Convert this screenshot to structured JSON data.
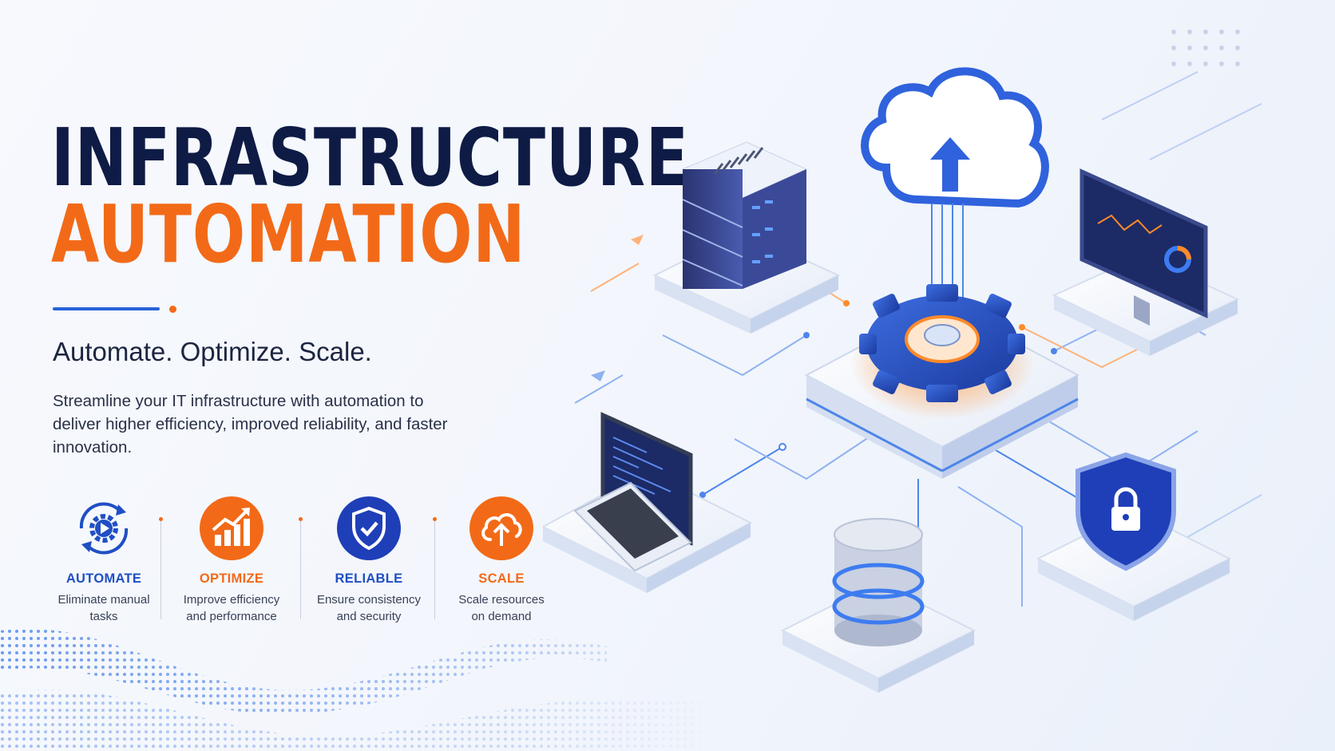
{
  "hero": {
    "title_line1": "INFRASTRUCTURE",
    "title_line2": "AUTOMATION",
    "tagline": "Automate. Optimize. Scale.",
    "description": "Streamline your IT infrastructure with automation to deliver higher efficiency, improved reliability, and faster innovation."
  },
  "features": [
    {
      "title": "AUTOMATE",
      "desc_line1": "Eliminate manual",
      "desc_line2": "tasks",
      "icon": "gear-cycle-icon",
      "color": "#1f4fc4"
    },
    {
      "title": "OPTIMIZE",
      "desc_line1": "Improve efficiency",
      "desc_line2": "and performance",
      "icon": "growth-chart-icon",
      "color": "#f26a18"
    },
    {
      "title": "RELIABLE",
      "desc_line1": "Ensure consistency",
      "desc_line2": "and security",
      "icon": "shield-check-icon",
      "color": "#1f4fc4"
    },
    {
      "title": "SCALE",
      "desc_line1": "Scale resources",
      "desc_line2": "on demand",
      "icon": "cloud-upload-icon",
      "color": "#f26a18"
    }
  ],
  "colors": {
    "navy": "#0e1b45",
    "orange": "#f26a18",
    "blue": "#1f4fc4",
    "background": "#f3f6fc"
  },
  "illustration": {
    "items": [
      "server-rack-icon",
      "cloud-upload-icon",
      "monitor-dashboard-icon",
      "gear-icon",
      "laptop-icon",
      "database-icon",
      "security-shield-icon"
    ]
  }
}
